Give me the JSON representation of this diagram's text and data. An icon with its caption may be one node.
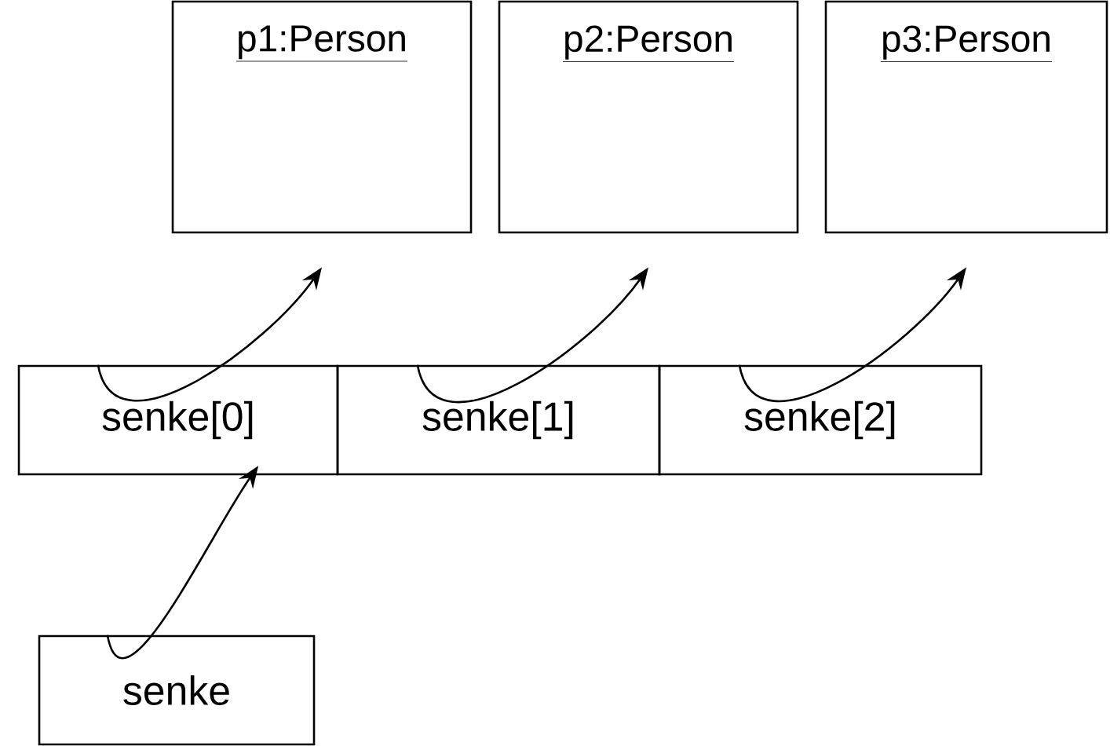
{
  "diagram": {
    "nodes": [
      {
        "text": [
          "p1:Person"
        ]
      },
      {
        "text": [
          "p2:Person"
        ]
      },
      {
        "text": [
          "p3:Person"
        ]
      },
      {
        "text": [
          "senke[0]"
        ]
      },
      {
        "text": [
          "senke[1]"
        ]
      },
      {
        "text": [
          "senke[2]"
        ]
      },
      {
        "text": [
          "senke"
        ]
      }
    ],
    "edges": [
      {
        "from": 3,
        "to": 0,
        "arrow": "to"
      },
      {
        "from": 4,
        "to": 1,
        "arrow": "to"
      },
      {
        "from": 5,
        "to": 2,
        "arrow": "to"
      },
      {
        "from": 6,
        "to": 3,
        "arrow": "to"
      }
    ]
  }
}
